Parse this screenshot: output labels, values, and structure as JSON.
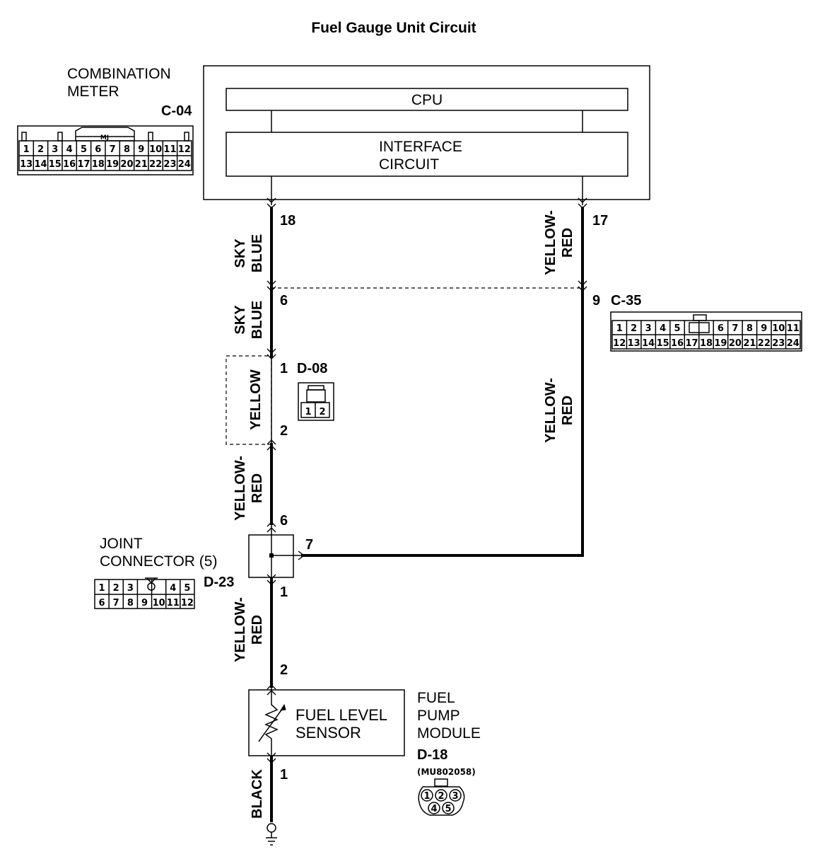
{
  "title": "Fuel Gauge Unit Circuit",
  "combination_meter": {
    "label_line1": "COMBINATION",
    "label_line2": "METER",
    "connector_id": "C-04",
    "connector_tag": "MJ",
    "cpu_label": "CPU",
    "interface_line1": "INTERFACE",
    "interface_line2": "CIRCUIT",
    "pins_top": [
      "1",
      "2",
      "3",
      "4",
      "5",
      "6",
      "7",
      "8",
      "9",
      "10",
      "11",
      "12"
    ],
    "pins_bottom": [
      "13",
      "14",
      "15",
      "16",
      "17",
      "18",
      "19",
      "20",
      "21",
      "22",
      "23",
      "24"
    ]
  },
  "left_branch": {
    "pin_meter": "18",
    "wire1_line1": "SKY",
    "wire1_line2": "BLUE",
    "pin_c35": "6",
    "wire2_line1": "SKY",
    "wire2_line2": "BLUE",
    "d08_pin_in": "1",
    "d08_wire": "YELLOW",
    "d08_pin_out": "2",
    "wire3_line1": "YELLOW-",
    "wire3_line2": "RED",
    "joint_pin_in": "6"
  },
  "right_branch": {
    "pin_meter": "17",
    "wire1_line1": "YELLOW-",
    "wire1_line2": "RED",
    "pin_c35": "9",
    "wire2_line1": "YELLOW-",
    "wire2_line2": "RED"
  },
  "c35": {
    "connector_id": "C-35",
    "pins_top": [
      "1",
      "2",
      "3",
      "4",
      "5",
      "6",
      "7",
      "8",
      "9",
      "10",
      "11"
    ],
    "pins_bottom": [
      "12",
      "13",
      "14",
      "15",
      "16",
      "17",
      "18",
      "19",
      "20",
      "21",
      "22",
      "23",
      "24"
    ]
  },
  "d08": {
    "connector_id": "D-08",
    "pins": [
      "1",
      "2"
    ]
  },
  "joint_connector": {
    "label_line1": "JOINT",
    "label_line2": "CONNECTOR (5)",
    "connector_id": "D-23",
    "pin_side": "7",
    "pin_out": "1",
    "pins_top": [
      "1",
      "2",
      "3",
      "4",
      "5"
    ],
    "pins_bottom": [
      "6",
      "7",
      "8",
      "9",
      "10",
      "11",
      "12"
    ]
  },
  "lower_branch": {
    "wire_line1": "YELLOW-",
    "wire_line2": "RED",
    "sensor_pin_in": "2",
    "sensor_pin_out": "1",
    "ground_wire": "BLACK"
  },
  "fuel_level_sensor": {
    "label_line1": "FUEL LEVEL",
    "label_line2": "SENSOR"
  },
  "fuel_pump_module": {
    "label_line1": "FUEL",
    "label_line2": "PUMP",
    "label_line3": "MODULE",
    "connector_id": "D-18",
    "part_number": "(MU802058)",
    "pins": [
      "1",
      "2",
      "3",
      "4",
      "5"
    ]
  }
}
